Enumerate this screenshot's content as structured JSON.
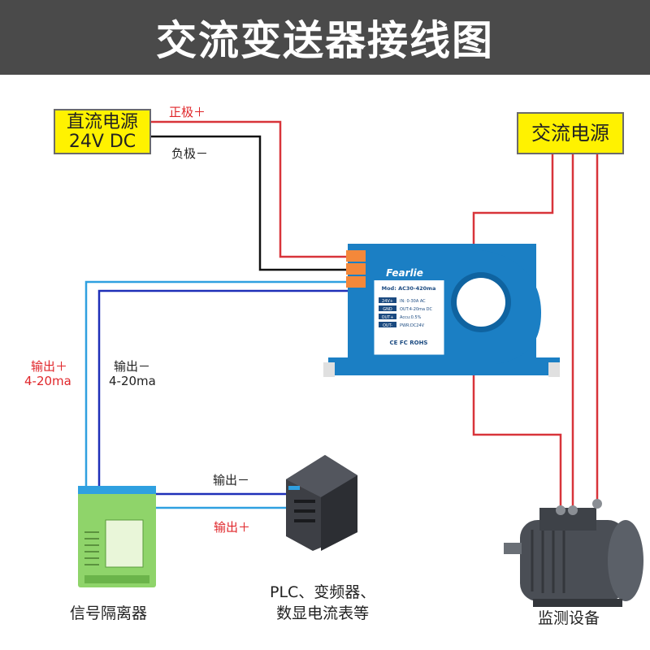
{
  "title": "交流变送器接线图",
  "dc_source": {
    "line1": "直流电源",
    "line2": "24V DC"
  },
  "ac_source": "交流电源",
  "wires": {
    "positive": "正极＋",
    "negative": "负极－",
    "out_plus": "输出＋",
    "out_plus_range": "4-20ma",
    "out_minus": "输出－",
    "out_minus_range": "4-20ma",
    "plc_out_minus": "输出－",
    "plc_out_plus": "输出＋"
  },
  "sensor": {
    "brand": "Fearlie",
    "model": "Mod: AC30-420ma",
    "terminals": [
      "24V+",
      "GND",
      "OUT+",
      "OUT-"
    ],
    "specs": [
      "IN: 0-30A AC",
      "OUT:4-20ma DC",
      "Accu:0.5%",
      "PWR:DC24V"
    ],
    "certs": "CE FC ROHS"
  },
  "captions": {
    "isolator": "信号隔离器",
    "plc_line1": "PLC、变频器、",
    "plc_line2": "数显电流表等",
    "monitor": "监测设备"
  },
  "colors": {
    "header_bg": "#4a4a4a",
    "label_yellow": "#fff200",
    "wire_red": "#d8343a",
    "wire_black": "#111111",
    "wire_lightblue": "#2fa0e0",
    "wire_darkblue": "#1e2fb8",
    "sensor_blue": "#1b7fc4",
    "isolator_green": "#8fd46a"
  }
}
